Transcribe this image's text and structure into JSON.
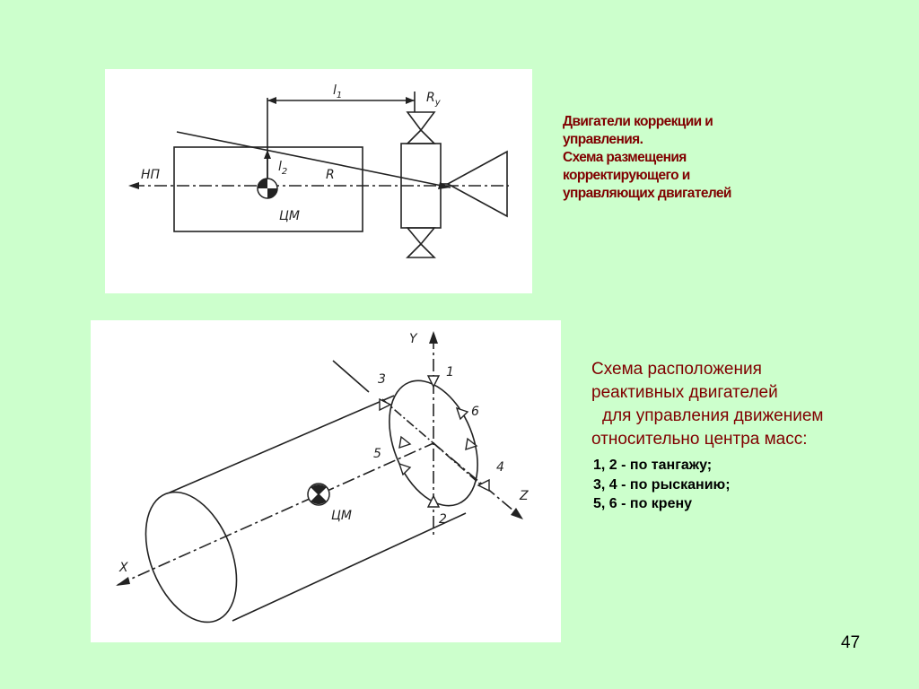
{
  "slide": {
    "page_number": "47",
    "background_color": "#ccffcc",
    "caption_color": "#800000"
  },
  "top_caption": {
    "lines": [
      "Двигатели коррекции и",
      "управления.",
      "Схема размещения",
      "корректирующего и",
      "управляющих двигателей"
    ]
  },
  "bottom_caption": {
    "lines": [
      "Схема расположения",
      "реактивных двигателей",
      "для управления движением",
      "относительно центра масс:"
    ]
  },
  "legend": {
    "items": [
      "1, 2 - по тангажу;",
      "3, 4 - по рысканию;",
      "5, 6 - по крену"
    ]
  },
  "diagram_top": {
    "labels": {
      "l1": "l",
      "l1_sub": "1",
      "ry": "R",
      "ry_sub": "y",
      "np": "НП",
      "l2": "l",
      "l2_sub": "2",
      "r": "R",
      "cm": "ЦМ"
    }
  },
  "diagram_bottom": {
    "labels": {
      "y": "Y",
      "x": "X",
      "z": "Z",
      "cm": "ЦМ",
      "n1": "1",
      "n2": "2",
      "n3": "3",
      "n4": "4",
      "n5": "5",
      "n6": "6"
    }
  }
}
